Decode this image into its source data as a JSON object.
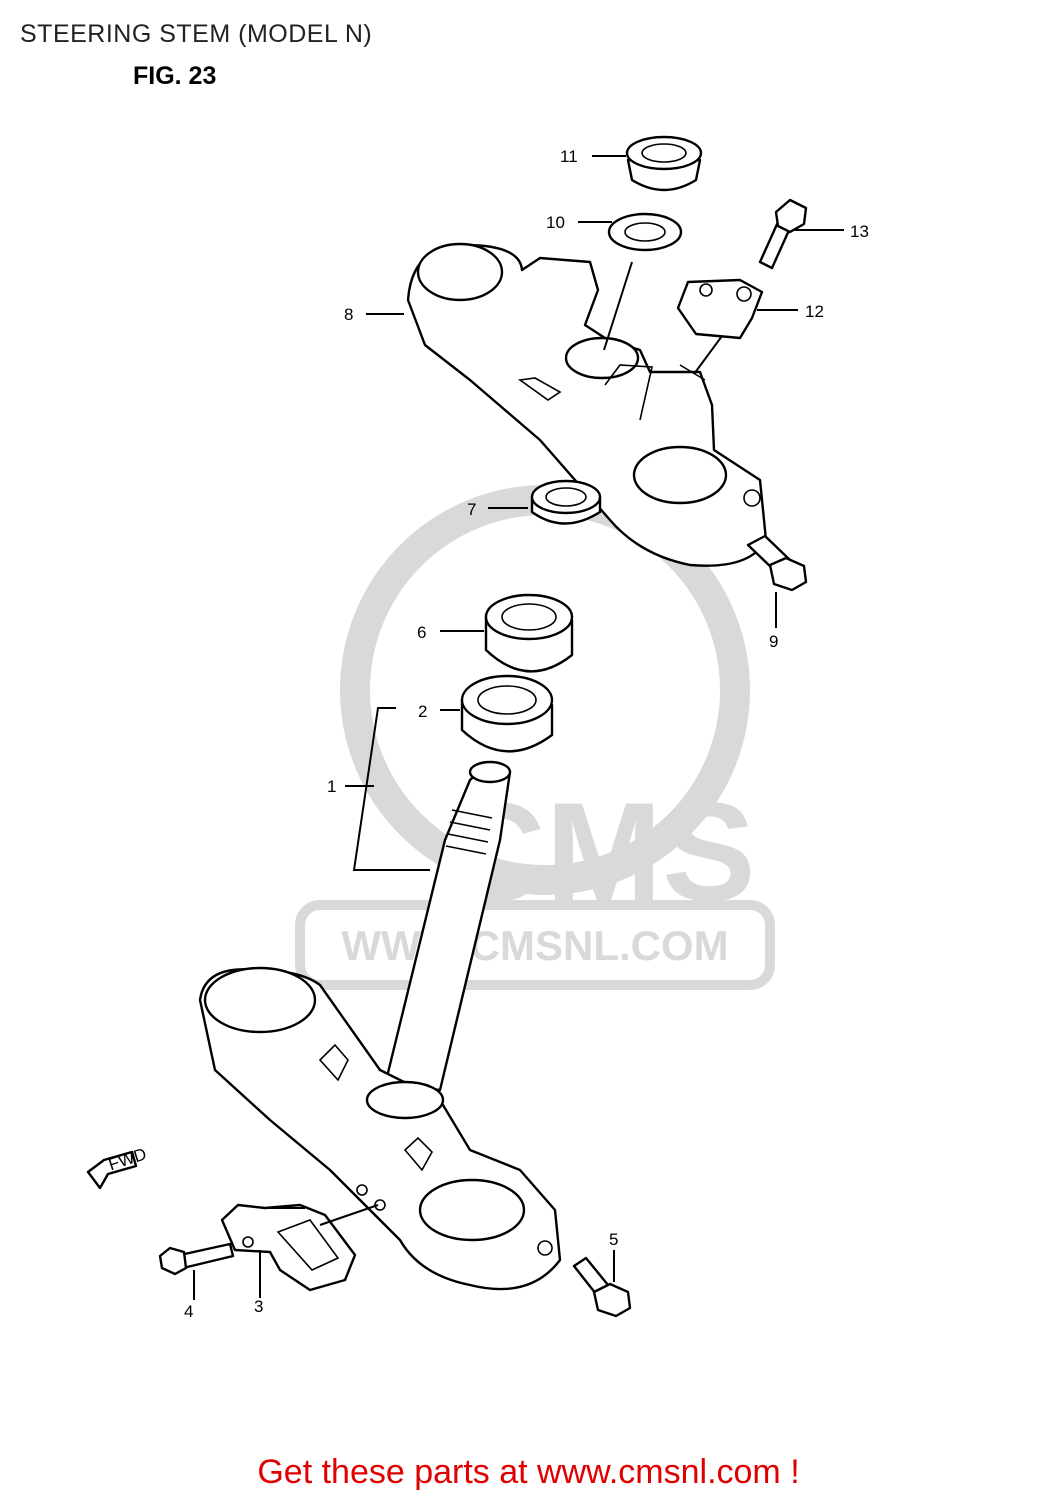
{
  "header": {
    "title": "STEERING STEM (MODEL N)",
    "figure": "FIG. 23"
  },
  "watermark": {
    "brand": "CMS",
    "url": "WWW.CMSNL.COM",
    "color": "#d9d9d9"
  },
  "callouts": [
    {
      "number": "1"
    },
    {
      "number": "2"
    },
    {
      "number": "3"
    },
    {
      "number": "4"
    },
    {
      "number": "5"
    },
    {
      "number": "6"
    },
    {
      "number": "7"
    },
    {
      "number": "8"
    },
    {
      "number": "9"
    },
    {
      "number": "10"
    },
    {
      "number": "11"
    },
    {
      "number": "12"
    },
    {
      "number": "13"
    }
  ],
  "direction_marker": "FWD",
  "footer": {
    "text": "Get these parts at www.cmsnl.com !",
    "color": "#e00000"
  }
}
